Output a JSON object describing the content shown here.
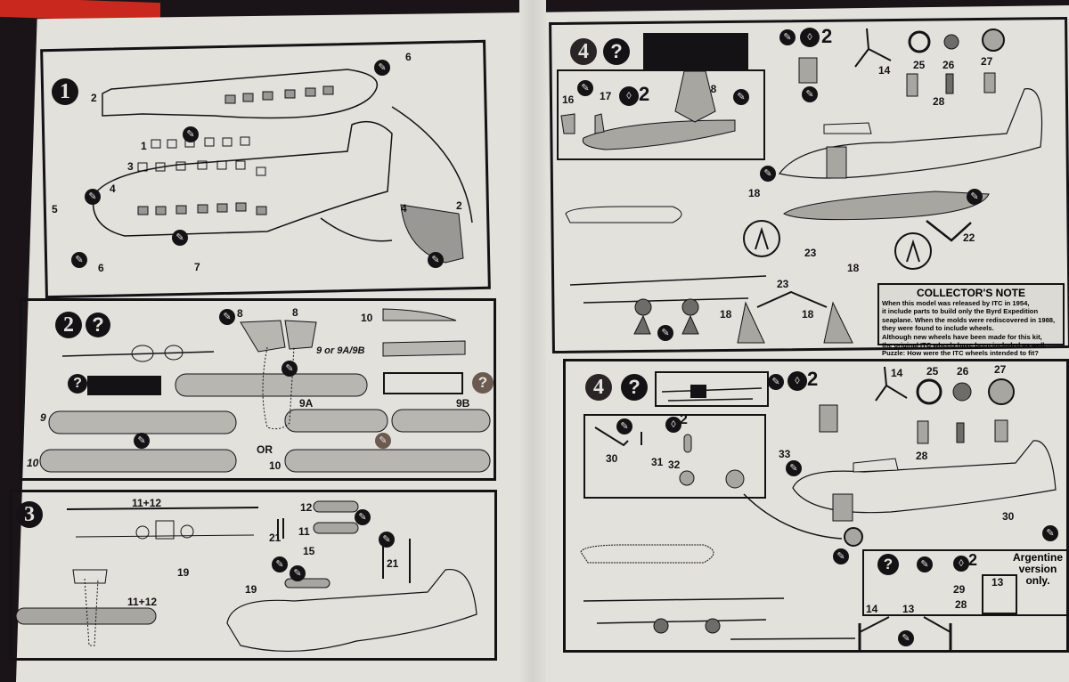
{
  "document": {
    "type": "model kit assembly instructions",
    "steps": [
      {
        "id": "step-1",
        "number": "1",
        "part_labels": [
          "2",
          "6",
          "1",
          "3",
          "4",
          "5",
          "6",
          "7",
          "4",
          "2"
        ]
      },
      {
        "id": "step-2",
        "number": "2",
        "has_question_icon": true,
        "part_labels": [
          "8",
          "8",
          "10",
          "9 or 9A/9B",
          "9",
          "10",
          "OR",
          "9A",
          "9B",
          "10"
        ]
      },
      {
        "id": "step-3",
        "number": "3",
        "part_labels": [
          "11+12",
          "21",
          "19",
          "11+12",
          "12",
          "11",
          "15",
          "21",
          "19"
        ]
      },
      {
        "id": "step-4a",
        "number": "4",
        "has_question_icon": true,
        "sub_labels": {
          "multiplier": "2",
          "left_parts": [
            "16",
            "17",
            "2",
            "18"
          ]
        },
        "engine_labels": {
          "multiplier": "2",
          "parts": [
            "14",
            "25",
            "26",
            "27",
            "28"
          ]
        },
        "float_labels": [
          "18",
          "23",
          "18",
          "22",
          "23",
          "18",
          "18"
        ]
      },
      {
        "id": "step-4b",
        "number": "4",
        "has_question_icon": true,
        "gear_labels": {
          "multiplier": "2",
          "parts": [
            "30",
            "31",
            "32"
          ]
        },
        "engine_labels": {
          "multiplier": "2",
          "parts": [
            "14",
            "25",
            "26",
            "27",
            "28"
          ]
        },
        "other_labels": [
          "33",
          "30"
        ],
        "argentine_box": {
          "multiplier": "2",
          "parts": [
            "14",
            "13",
            "29",
            "28",
            "13"
          ]
        }
      }
    ],
    "collectors_note": {
      "title": "COLLECTOR'S NOTE",
      "lines": [
        "When this model was released by ITC in 1954,",
        "it include parts to build only the Byrd Expedition",
        "seaplane.  When the molds were rediscovered in 1988,",
        "they were found to include wheels.",
        "  Although new wheels have been made for this kit,",
        "the original ITC wheels have been included as well.",
        "Puzzle: How were the ITC wheels intended to fit?"
      ]
    },
    "argentine_note": {
      "line1": "Argentine",
      "line2": "version",
      "line3": "only."
    },
    "icons": {
      "question": "?",
      "paint": "paint-bottle-icon",
      "glue": "glue-tube-icon"
    }
  }
}
